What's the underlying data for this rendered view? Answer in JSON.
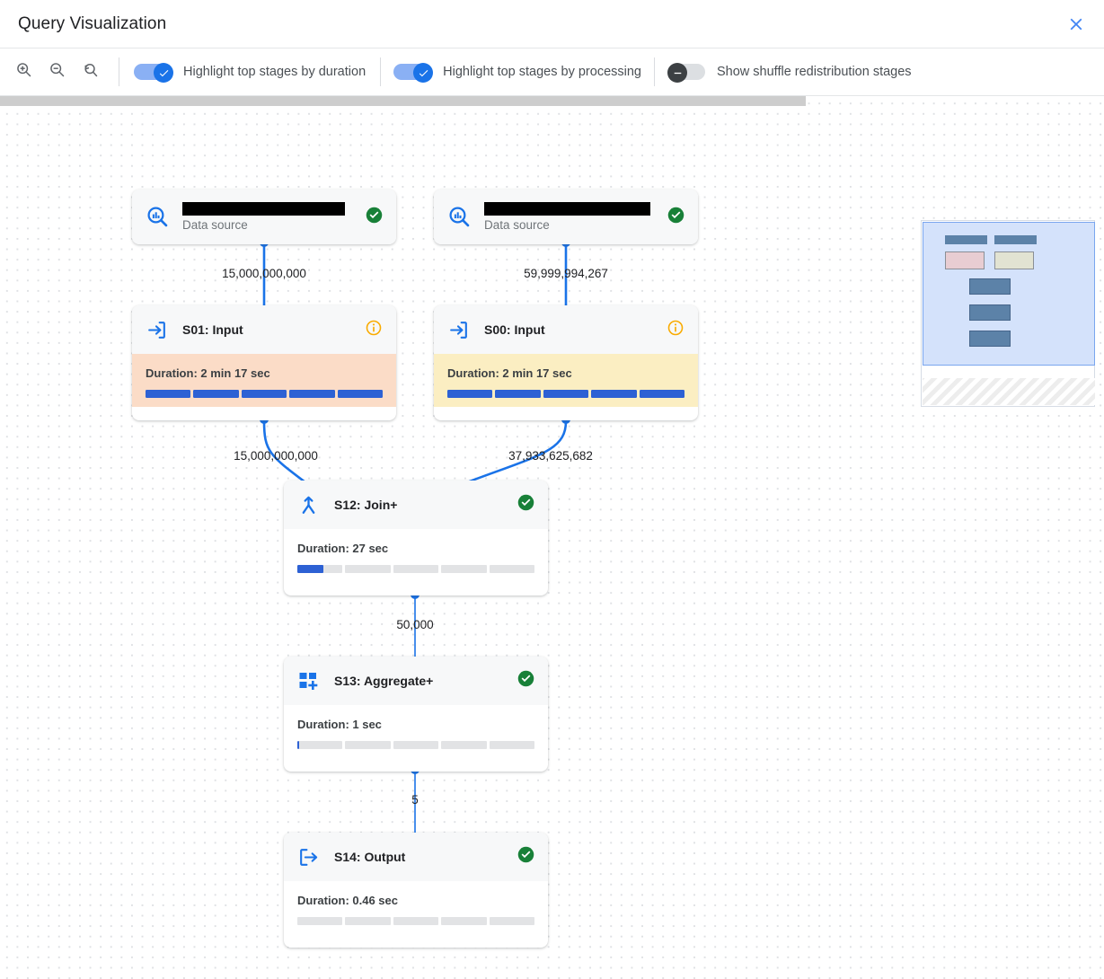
{
  "header": {
    "title": "Query Visualization",
    "close_icon": "close-icon"
  },
  "toolbar": {
    "zoom_in_icon": "zoom-in-icon",
    "zoom_out_icon": "zoom-out-icon",
    "zoom_reset_icon": "zoom-reset-icon",
    "toggles": [
      {
        "label": "Highlight top stages by duration",
        "on": true
      },
      {
        "label": "Highlight top stages by processing",
        "on": true
      },
      {
        "label": "Show shuffle redistribution stages",
        "on": false
      }
    ]
  },
  "colors": {
    "accent_blue": "#1a73e8",
    "bar_blue": "#2d61d4",
    "peach": "#fbdcc7",
    "cream": "#fbeec2",
    "green_check": "#188038",
    "orange_info": "#f9ab00",
    "edge_blue": "#1a73e8"
  },
  "graph": {
    "nodes": [
      {
        "id": "ds-left",
        "kind": "datasource",
        "icon": "bigquery-datasource-icon",
        "name_redacted": true,
        "subtitle": "Data source",
        "status": "success",
        "status_icon": "check-circle-icon"
      },
      {
        "id": "ds-right",
        "kind": "datasource",
        "icon": "bigquery-datasource-icon",
        "name_redacted": true,
        "subtitle": "Data source",
        "status": "success",
        "status_icon": "check-circle-icon"
      },
      {
        "id": "s01",
        "kind": "stage",
        "icon": "input-arrow-icon",
        "title": "S01: Input",
        "status_icon": "info-circle-icon",
        "duration": "Duration: 2 min 17 sec",
        "highlight": "peach",
        "bar_segments": [
          100,
          100,
          100,
          100,
          100
        ]
      },
      {
        "id": "s00",
        "kind": "stage",
        "icon": "input-arrow-icon",
        "title": "S00: Input",
        "status_icon": "info-circle-icon",
        "duration": "Duration: 2 min 17 sec",
        "highlight": "cream",
        "bar_segments": [
          100,
          100,
          100,
          100,
          100
        ]
      },
      {
        "id": "s12",
        "kind": "stage",
        "icon": "merge-join-icon",
        "title": "S12: Join+",
        "status_icon": "check-circle-icon",
        "duration": "Duration: 27 sec",
        "highlight": "plain",
        "bar_segments": [
          57,
          0,
          0,
          0,
          0
        ]
      },
      {
        "id": "s13",
        "kind": "stage",
        "icon": "aggregate-plus-icon",
        "title": "S13: Aggregate+",
        "status_icon": "check-circle-icon",
        "duration": "Duration: 1 sec",
        "highlight": "plain",
        "bar_segments": [
          4,
          0,
          0,
          0,
          0
        ]
      },
      {
        "id": "s14",
        "kind": "stage",
        "icon": "output-arrow-icon",
        "title": "S14: Output",
        "status_icon": "check-circle-icon",
        "duration": "Duration: 0.46 sec",
        "highlight": "plain",
        "bar_segments": [
          0,
          0,
          0,
          0,
          0
        ]
      }
    ],
    "edges": [
      {
        "from": "ds-left",
        "to": "s01",
        "label": "15,000,000,000"
      },
      {
        "from": "ds-right",
        "to": "s00",
        "label": "59,999,994,267"
      },
      {
        "from": "s01",
        "to": "s12",
        "label": "15,000,000,000"
      },
      {
        "from": "s00",
        "to": "s12",
        "label": "37,933,625,682"
      },
      {
        "from": "s12",
        "to": "s13",
        "label": "50,000"
      },
      {
        "from": "s13",
        "to": "s14",
        "label": "5"
      }
    ]
  },
  "minimap": {
    "name": "graph-minimap"
  }
}
